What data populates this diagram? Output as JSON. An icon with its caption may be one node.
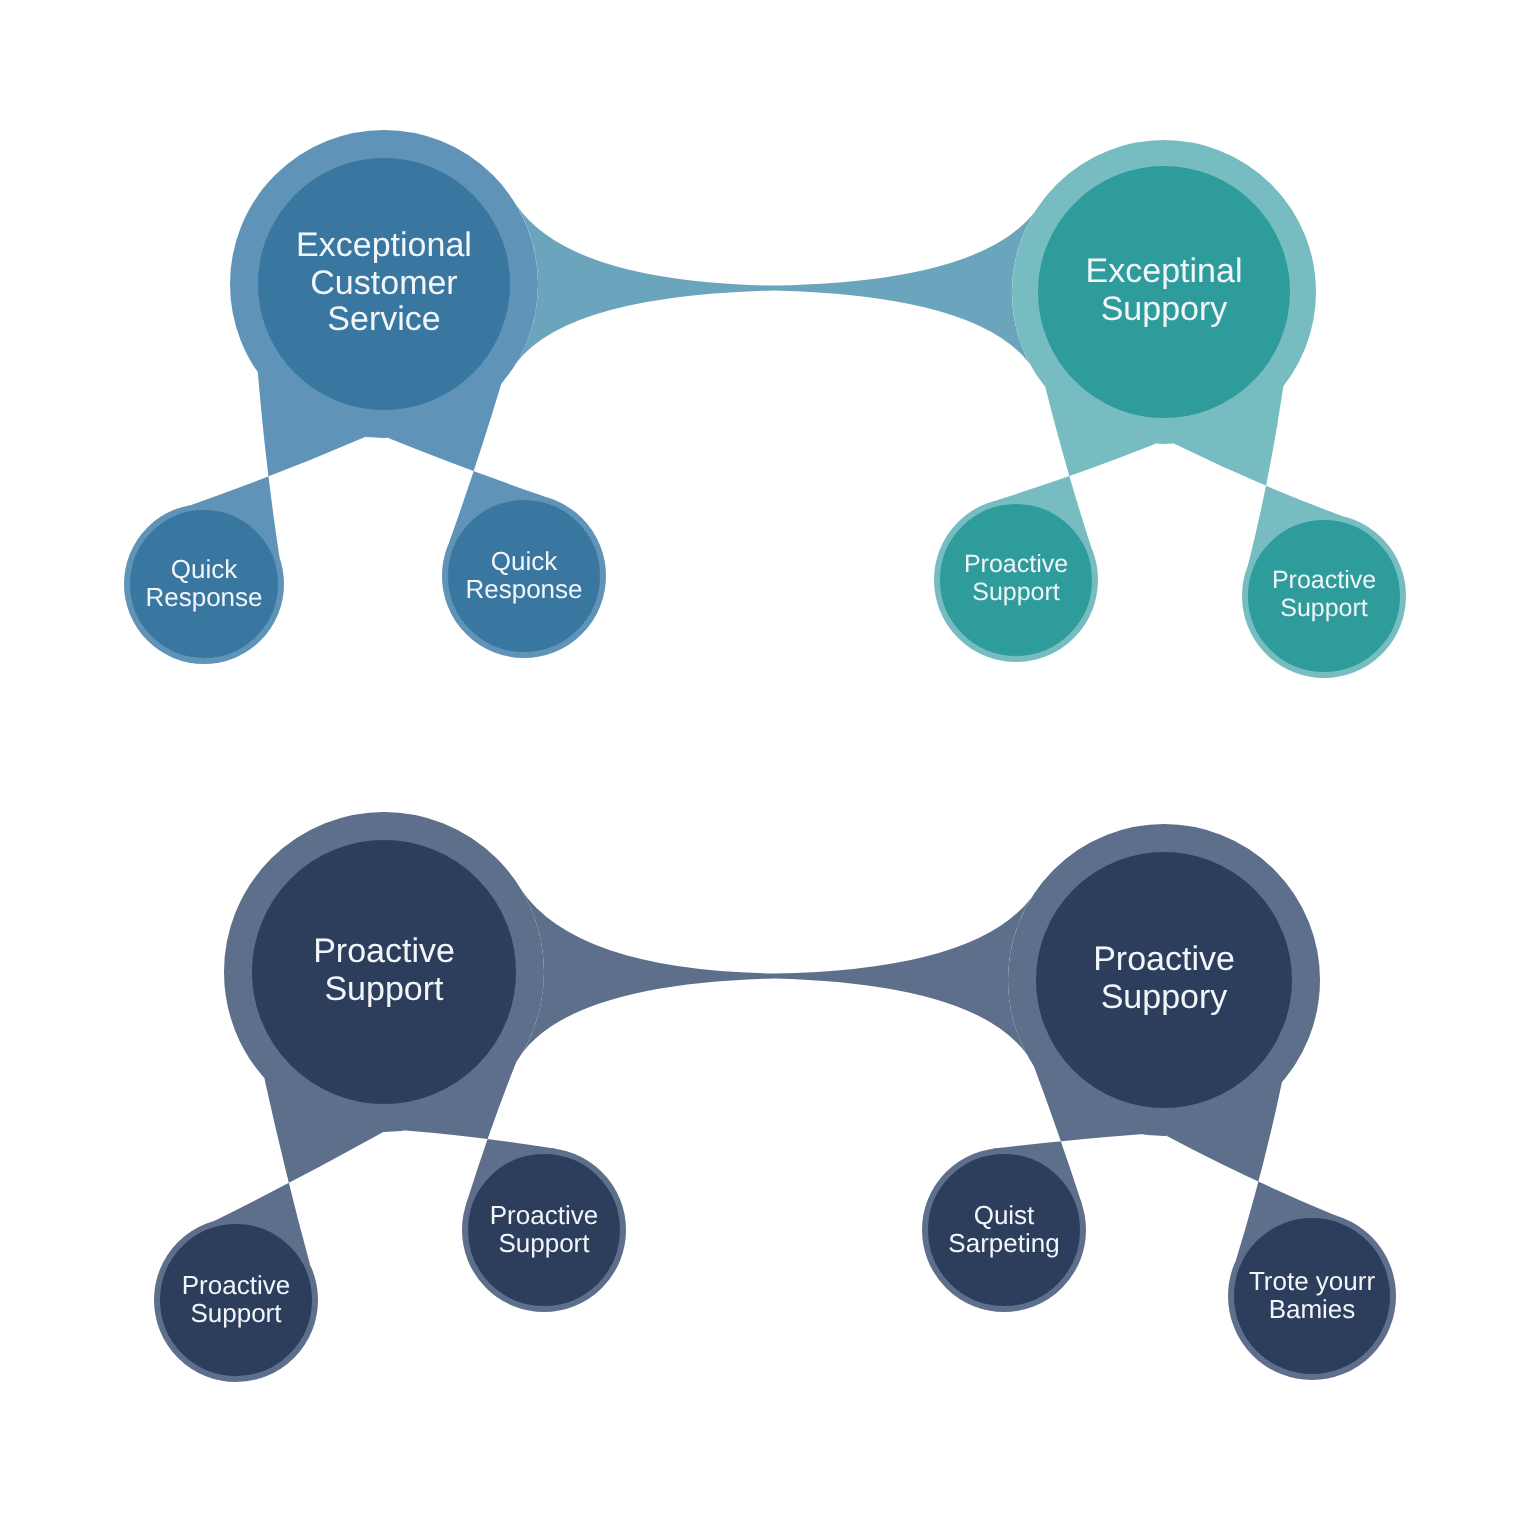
{
  "diagram": {
    "nodes": [
      {
        "text": [
          "Exceptional Customer Service"
        ]
      },
      {
        "text": [
          "Quick Response"
        ]
      },
      {
        "text": [
          "Quick Response"
        ]
      },
      {
        "text": [
          "Exceptinal Suppory"
        ]
      },
      {
        "text": [
          "Proactive Support"
        ]
      },
      {
        "text": [
          "Proactive Support"
        ]
      },
      {
        "text": [
          "Proactive Support"
        ]
      },
      {
        "text": [
          "Proactive Support"
        ]
      },
      {
        "text": [
          "Proactive Support"
        ]
      },
      {
        "text": [
          "Proactive Suppory"
        ]
      },
      {
        "text": [
          "Quist Sarpeting"
        ]
      },
      {
        "text": [
          "Trote yourr Bamies"
        ]
      }
    ],
    "edges": [
      {
        "from": 0,
        "to": 3,
        "arrow": "none",
        "color": "#6ba5bd"
      },
      {
        "from": 0,
        "to": 1,
        "arrow": "none",
        "color": "#5f93b8"
      },
      {
        "from": 0,
        "to": 2,
        "arrow": "none",
        "color": "#5f93b8"
      },
      {
        "from": 3,
        "to": 4,
        "arrow": "none",
        "color": "#77bcc0"
      },
      {
        "from": 3,
        "to": 5,
        "arrow": "none",
        "color": "#77bcc0"
      },
      {
        "from": 6,
        "to": 9,
        "arrow": "none"
      },
      {
        "from": 6,
        "to": 7,
        "arrow": "none"
      },
      {
        "from": 6,
        "to": 8,
        "arrow": "none"
      },
      {
        "from": 9,
        "to": 10,
        "arrow": "none"
      },
      {
        "from": 9,
        "to": 11,
        "arrow": "none"
      }
    ]
  }
}
